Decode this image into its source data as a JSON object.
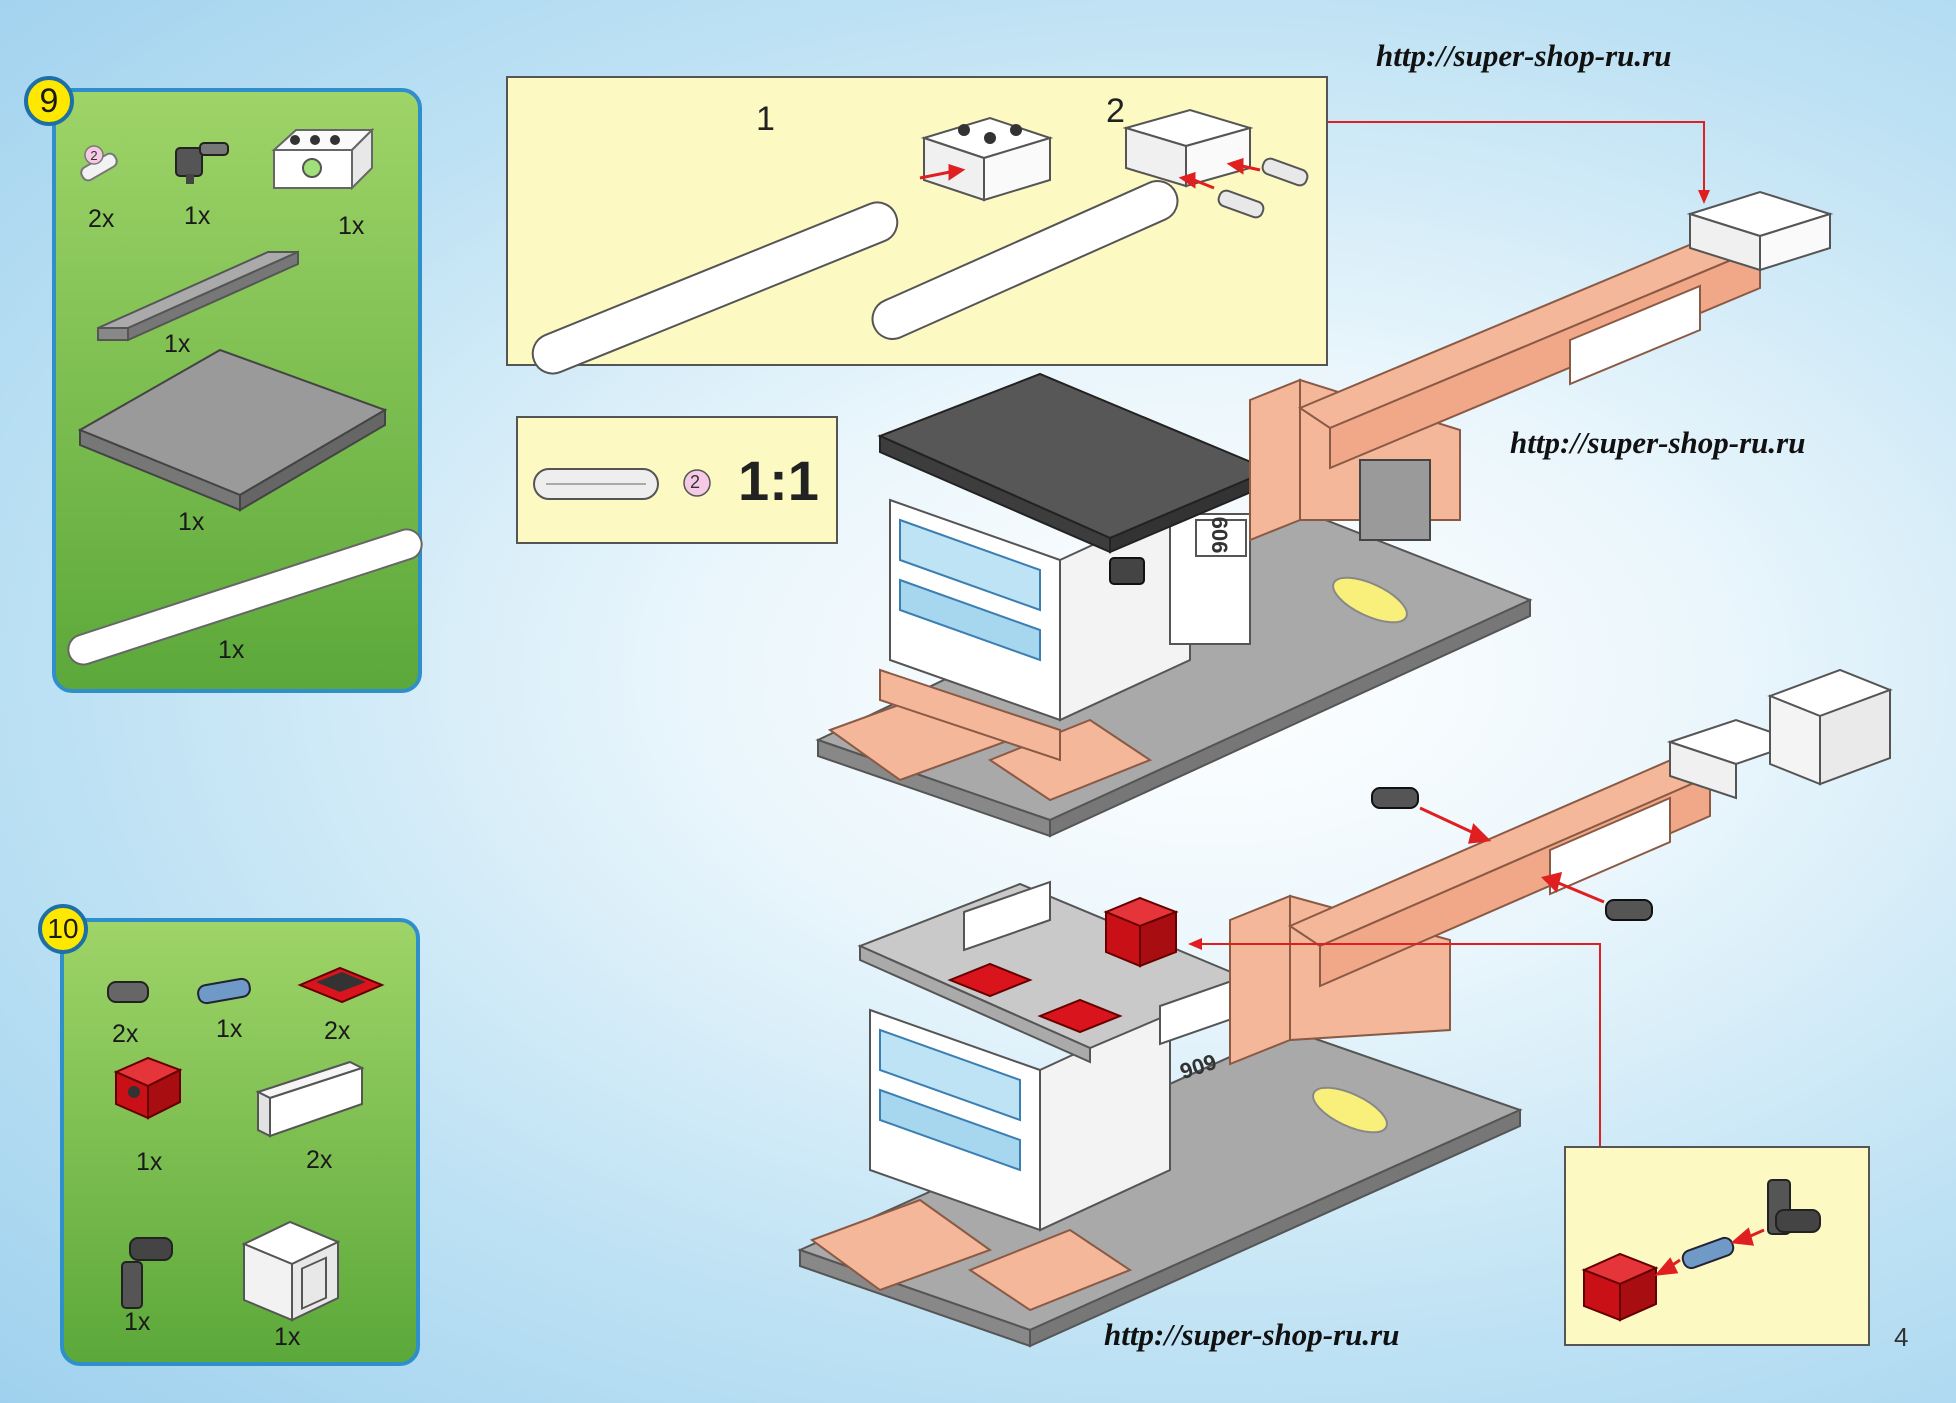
{
  "steps": [
    {
      "number": "9",
      "parts": [
        {
          "name": "axle-pin",
          "qty": "2x",
          "size_label": "2"
        },
        {
          "name": "black-pin-connector",
          "qty": "1x"
        },
        {
          "name": "white-technic-brick",
          "qty": "1x"
        },
        {
          "name": "gray-plate-1x8",
          "qty": "1x"
        },
        {
          "name": "gray-plate-6x8",
          "qty": "1x"
        },
        {
          "name": "white-technic-beam-15",
          "qty": "1x"
        }
      ]
    },
    {
      "number": "10",
      "parts": [
        {
          "name": "black-pin",
          "qty": "2x"
        },
        {
          "name": "blue-axle-pin",
          "qty": "1x"
        },
        {
          "name": "red-plate-2x2",
          "qty": "2x"
        },
        {
          "name": "red-technic-brick",
          "qty": "1x"
        },
        {
          "name": "white-fence",
          "qty": "2x"
        },
        {
          "name": "black-angle-connector",
          "qty": "1x"
        },
        {
          "name": "white-container-frame",
          "qty": "1x"
        }
      ]
    }
  ],
  "subassembly": {
    "step1_label": "1",
    "step2_label": "2"
  },
  "scale_box": {
    "size_label": "2",
    "scale": "1:1"
  },
  "model": {
    "number_label": "909"
  },
  "watermarks": [
    "http://super-shop-ru.ru",
    "http://super-shop-ru.ru",
    "http://super-shop-ru.ru"
  ],
  "page_number": "4",
  "colors": {
    "panel_green": "#6fba47",
    "panel_border": "#2f8fcb",
    "step_yellow": "#ffe800",
    "callout_bg": "#fdf9c3",
    "arrow_red": "#e02020",
    "brick_salmon": "#f4b79a",
    "brick_red": "#d9141c"
  }
}
